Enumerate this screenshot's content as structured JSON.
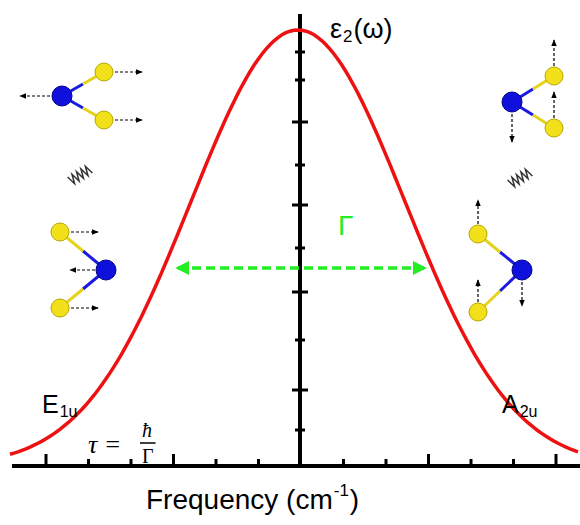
{
  "diagram": {
    "labels": [
      "ε",
      "2",
      "(ω)",
      "Γ",
      "E",
      "1u",
      "A",
      "2u",
      "τ =",
      "ħ",
      "Γ",
      "Frequency (cm",
      "-1",
      ")"
    ]
  }
}
